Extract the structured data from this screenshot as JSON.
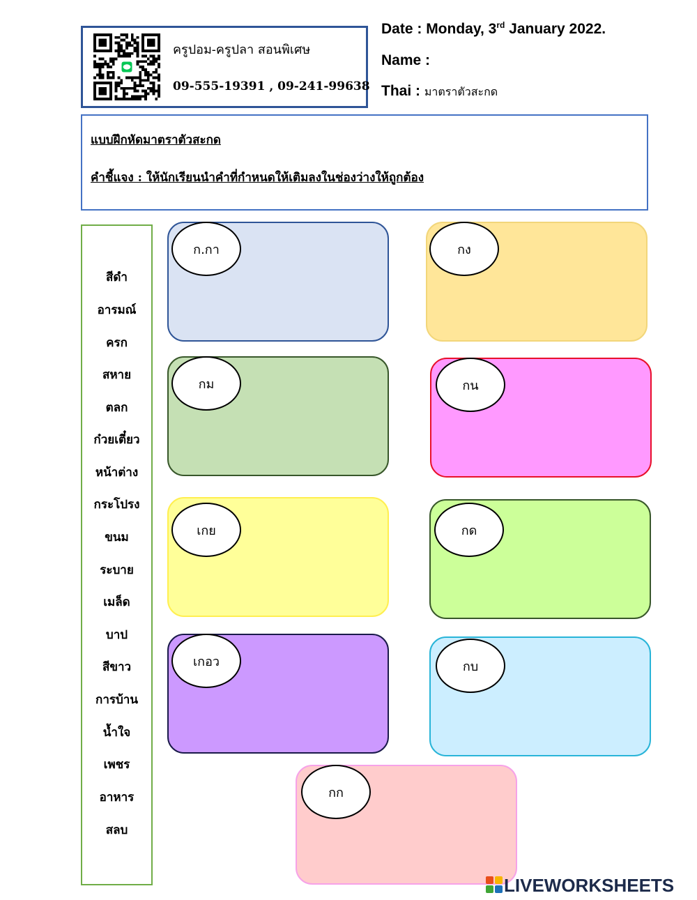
{
  "header": {
    "teacher_name": "ครูปอม-ครูปลา สอนพิเศษ",
    "phone": "09-555-19391 , 09-241-99638",
    "date_label": "Date : ",
    "date_value_pre": "Monday, 3",
    "date_value_sup": "rd",
    "date_value_post": " January 2022.",
    "name_label": "Name :",
    "subject_label": "Thai : ",
    "subject_value": "มาตราตัวสะกด"
  },
  "instructions": {
    "title": "แบบฝึกหัดมาตราตัวสะกด",
    "direction": "คำชี้แจง : ให้นักเรียนนำคำที่กำหนดให้เติมลงในช่องว่างให้ถูกต้อง"
  },
  "word_bank": [
    "สีดำ",
    "อารมณ์",
    "ครก",
    "สหาย",
    "ตลก",
    "ก๋วยเตี๋ยว",
    "หน้าต่าง",
    "กระโปรง",
    "ขนม",
    "ระบาย",
    "เมล็ด",
    "บาป",
    "สีขาว",
    "การบ้าน",
    "น้ำใจ",
    "เพชร",
    "อาหาร",
    "สลบ"
  ],
  "categories": [
    {
      "label": "ก.กา",
      "fill": "#dae3f3",
      "border": "#2f5597"
    },
    {
      "label": "กง",
      "fill": "#ffe699",
      "border": "#f2d67a"
    },
    {
      "label": "กม",
      "fill": "#c5e0b4",
      "border": "#38572a"
    },
    {
      "label": "กน",
      "fill": "#ff99ff",
      "border": "#e8102a"
    },
    {
      "label": "เกย",
      "fill": "#ffff99",
      "border": "#ffef50"
    },
    {
      "label": "กด",
      "fill": "#ccff99",
      "border": "#38572a"
    },
    {
      "label": "เกอว",
      "fill": "#cc99ff",
      "border": "#1a1a4a"
    },
    {
      "label": "กบ",
      "fill": "#cceeff",
      "border": "#28b4d8"
    },
    {
      "label": "กก",
      "fill": "#ffcccc",
      "border": "#f6a2e8"
    }
  ],
  "logo": {
    "text": "LIVEWORKSHEETS",
    "brand_colors": [
      "#e94e1b",
      "#f7b500",
      "#3fa535",
      "#1d71b8"
    ]
  }
}
